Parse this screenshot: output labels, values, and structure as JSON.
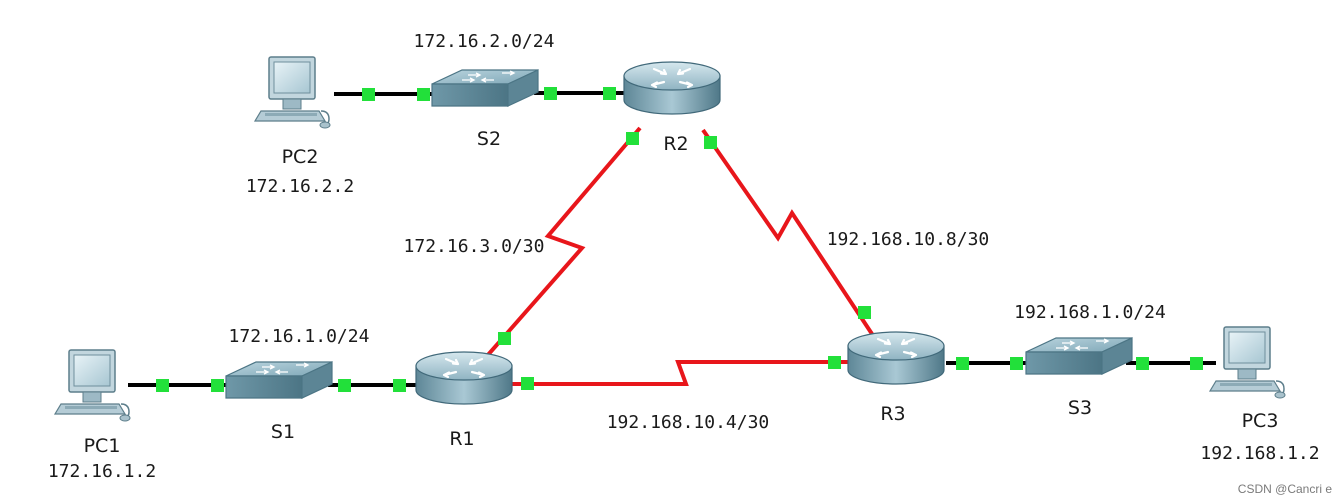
{
  "colors": {
    "ethernet": "#000000",
    "serial": "#e8161b",
    "port_up": "#22e03a"
  },
  "devices": {
    "pc1": {
      "name": "PC1",
      "ip": "172.16.1.2",
      "icon": "pc-icon"
    },
    "pc2": {
      "name": "PC2",
      "ip": "172.16.2.2",
      "icon": "pc-icon"
    },
    "pc3": {
      "name": "PC3",
      "ip": "192.168.1.2",
      "icon": "pc-icon"
    },
    "s1": {
      "name": "S1",
      "icon": "switch-icon"
    },
    "s2": {
      "name": "S2",
      "icon": "switch-icon"
    },
    "s3": {
      "name": "S3",
      "icon": "switch-icon"
    },
    "r1": {
      "name": "R1",
      "icon": "router-icon"
    },
    "r2": {
      "name": "R2",
      "icon": "router-icon"
    },
    "r3": {
      "name": "R3",
      "icon": "router-icon"
    }
  },
  "networks": {
    "lan1": "172.16.1.0/24",
    "lan2": "172.16.2.0/24",
    "lan3": "192.168.1.0/24",
    "r1_r2": "172.16.3.0/30",
    "r2_r3": "192.168.10.8/30",
    "r1_r3": "192.168.10.4/30"
  },
  "watermark": "CSDN @Cancri e"
}
